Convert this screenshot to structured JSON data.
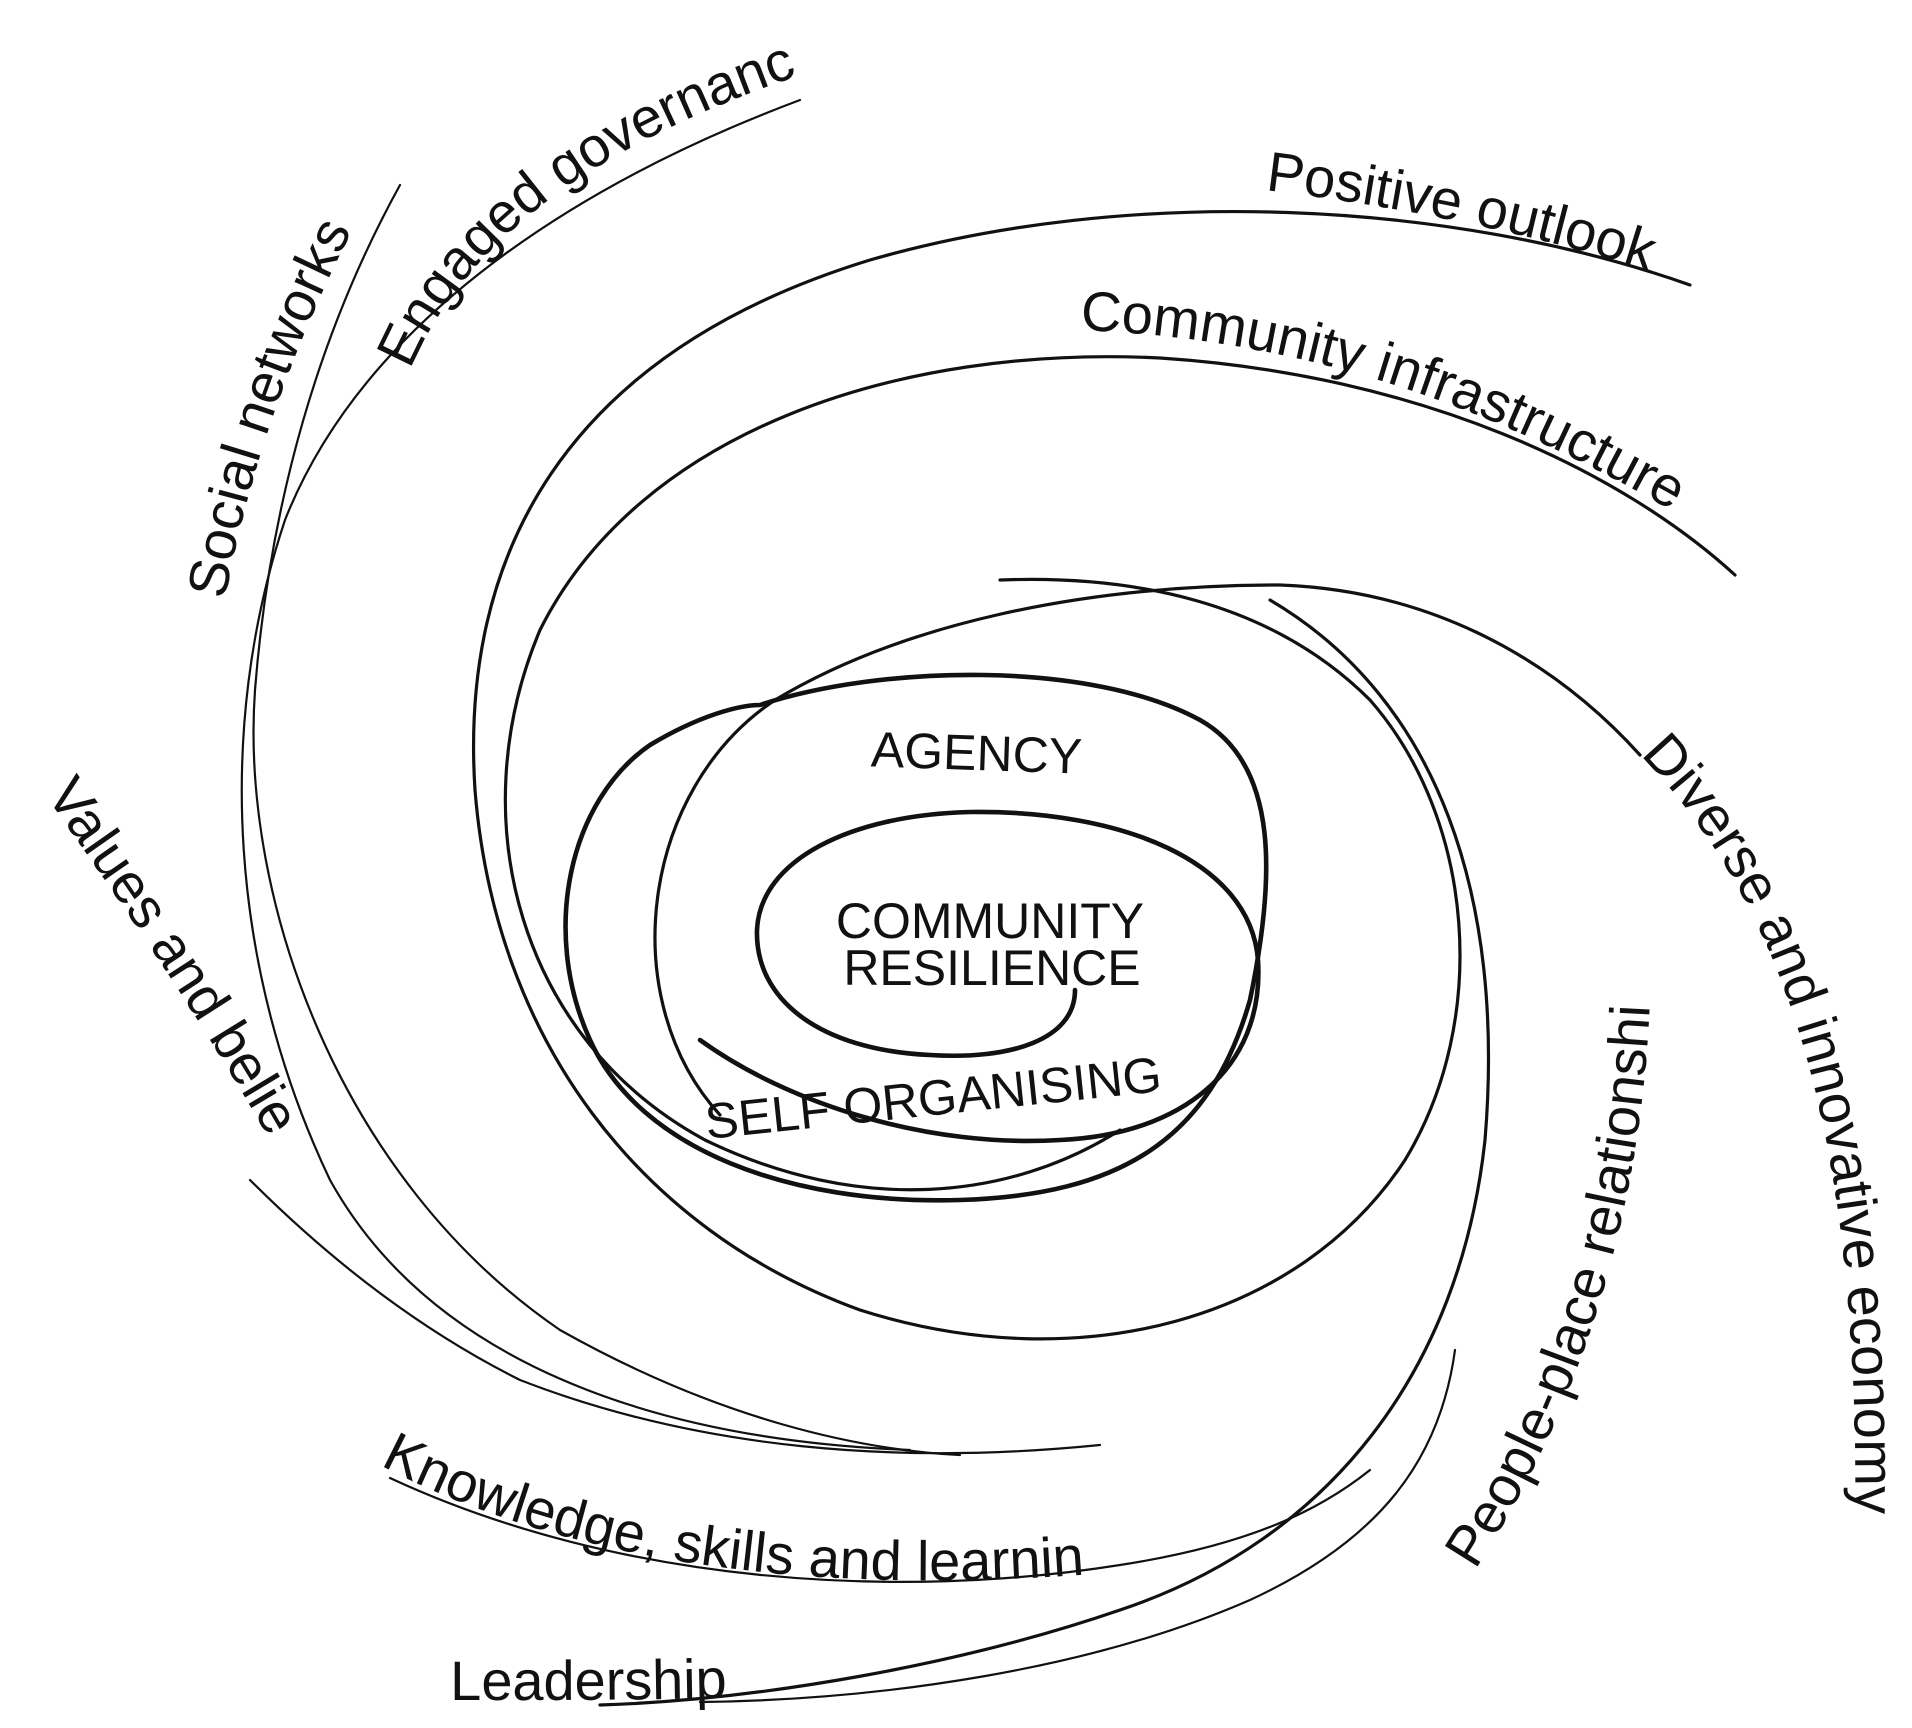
{
  "core": {
    "center_line1": "COMMUNITY",
    "center_line2": "RESILIENCE",
    "upper": "AGENCY",
    "lower": "SELF ORGANISING"
  },
  "factors": {
    "engaged_governance": "Engaged governance",
    "social_networks": "Social networks",
    "positive_outlook": "Positive outlook",
    "community_infrastructure": "Community infrastructure",
    "values_and_beliefs": "Values and beliefs",
    "diverse_and_innovative_economy": "Diverse and innovative economy",
    "people_place_relationships": "People-place relationships",
    "knowledge_skills_and_learning": "Knowledge, skills and learning",
    "leadership": "Leadership"
  },
  "colors": {
    "line": "#111111",
    "background": "#ffffff"
  }
}
